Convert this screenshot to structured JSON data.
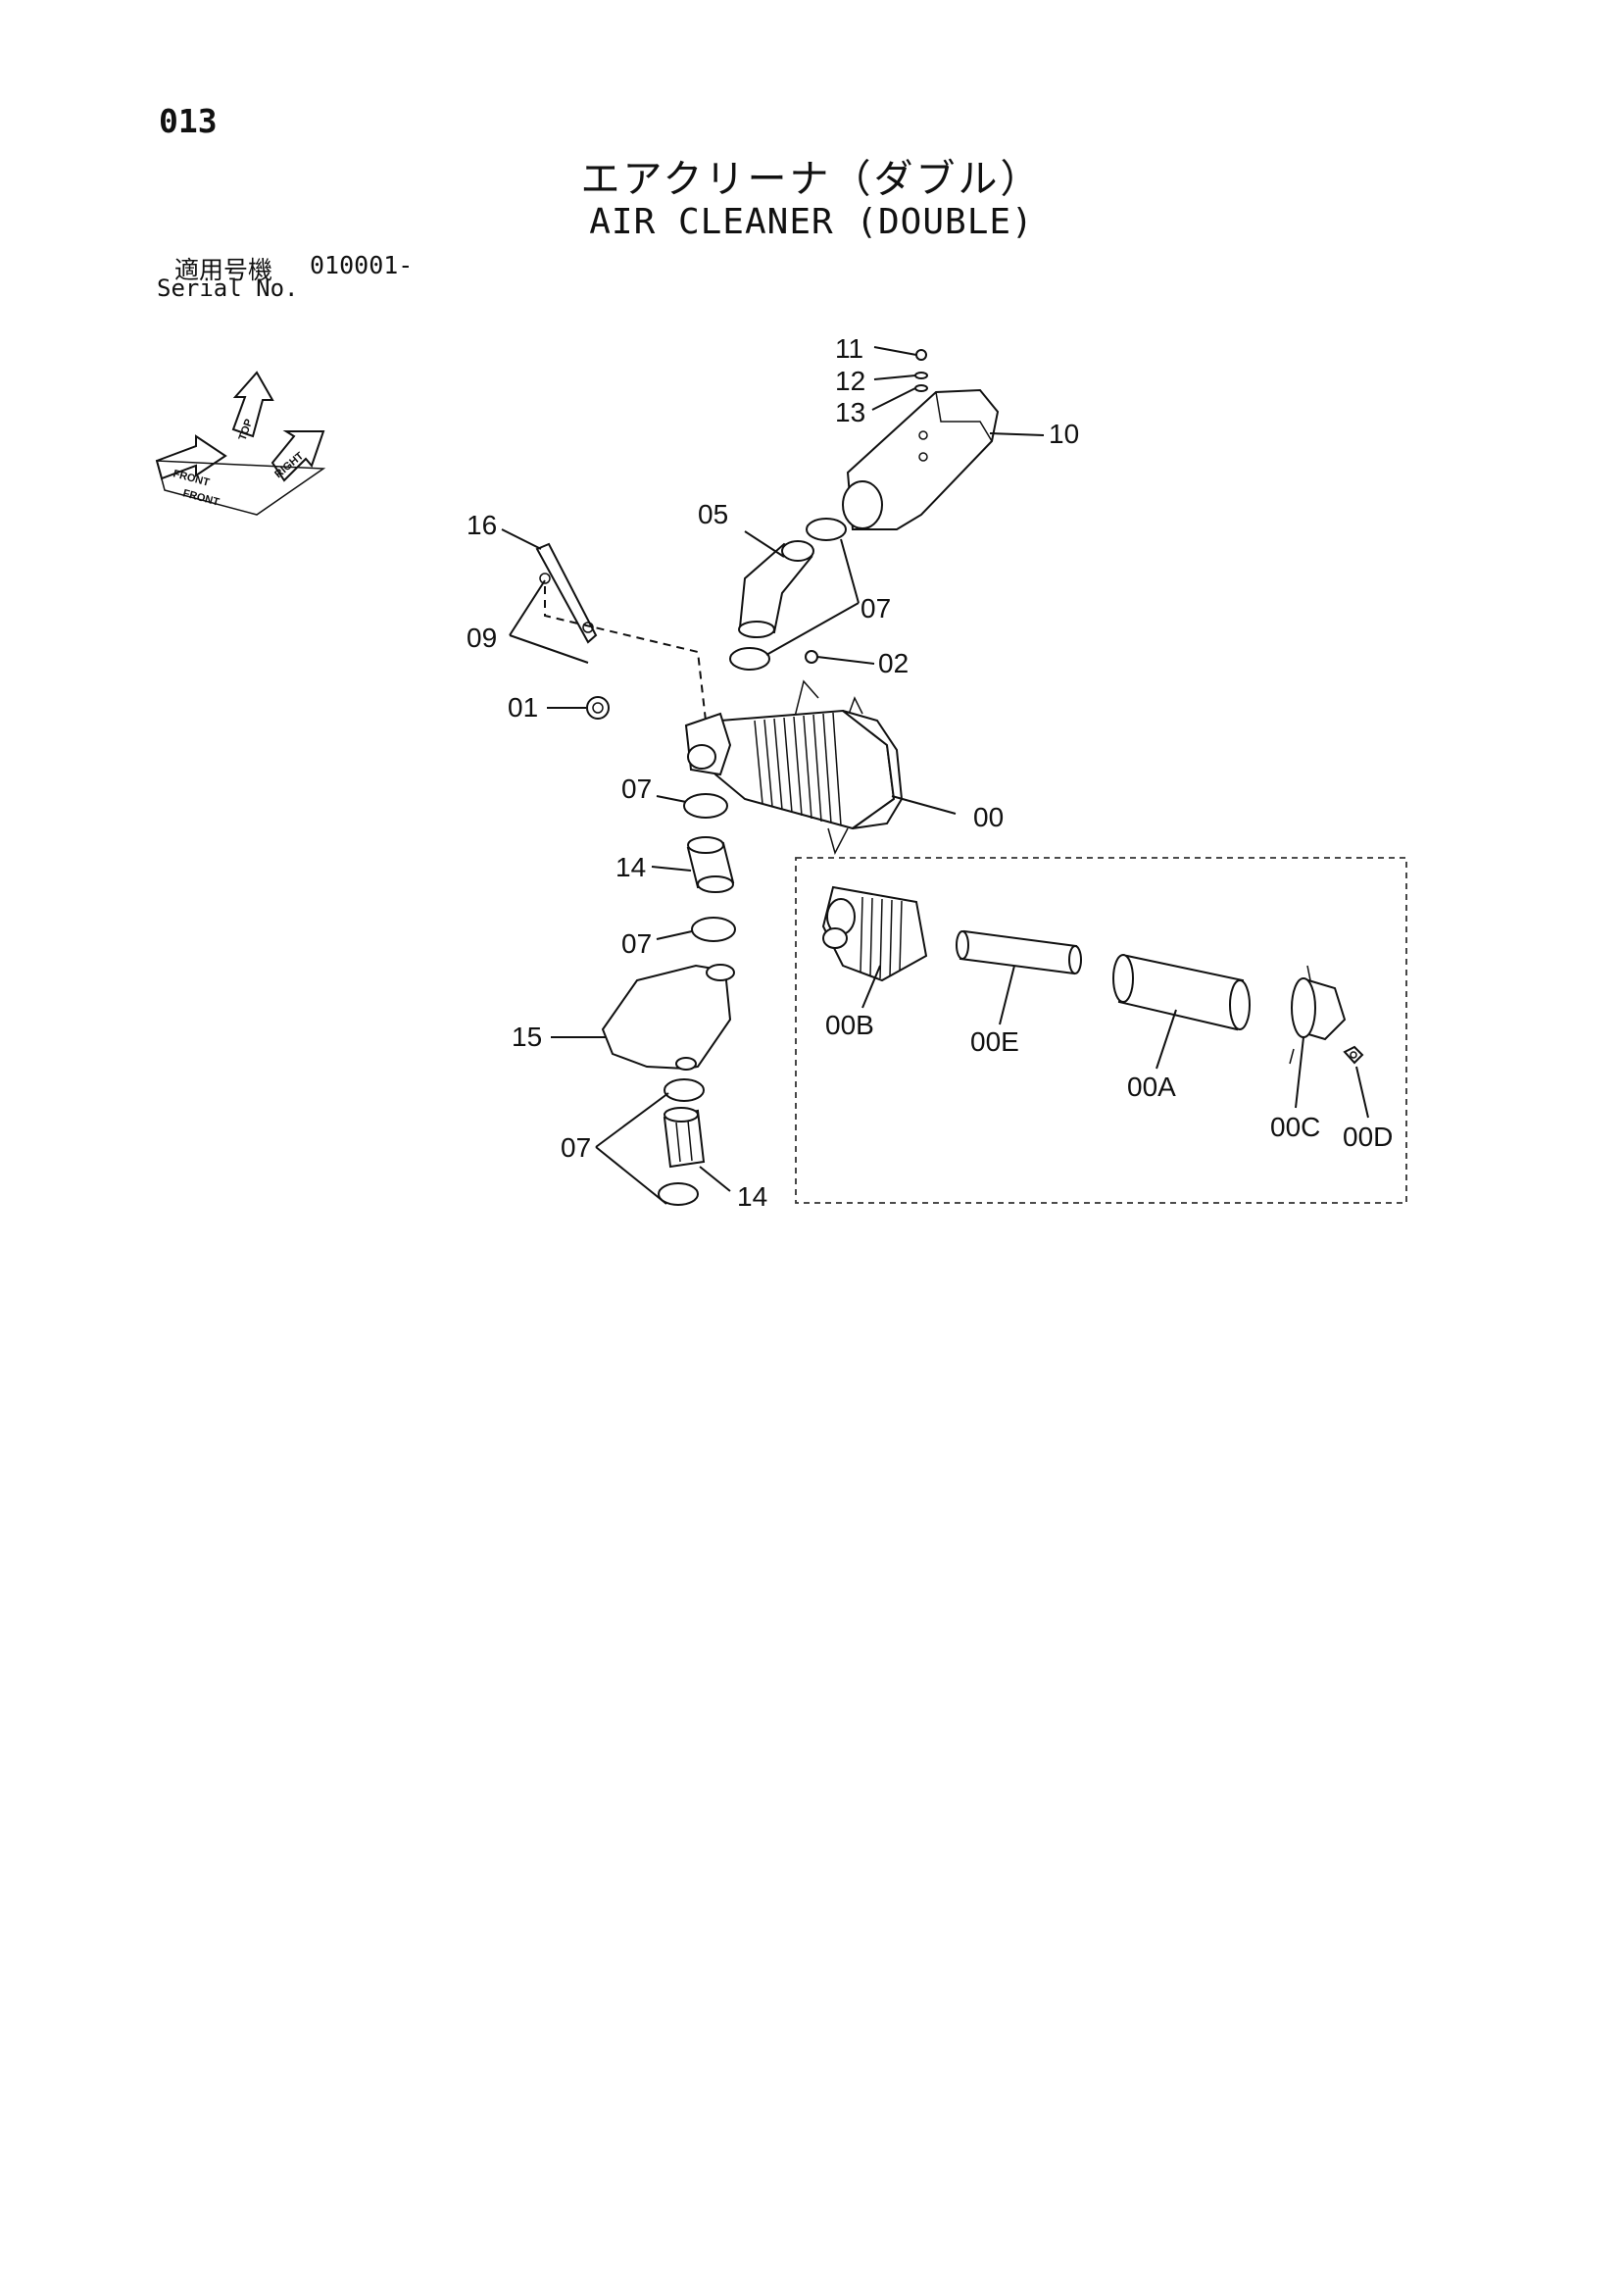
{
  "header": {
    "page_number": "013",
    "title_jp": "エアクリーナ（ダブル）",
    "title_en": "AIR CLEANER (DOUBLE)",
    "serial_label_jp": "適用号機",
    "serial_value": "010001-",
    "serial_label_en": "Serial No."
  },
  "orientation": {
    "front_top": "FRONT",
    "front": "FRONT",
    "top": "TOP",
    "right": "RIGHT"
  },
  "callouts": {
    "c11": "11",
    "c12": "12",
    "c13": "13",
    "c10": "10",
    "c05": "05",
    "c16": "16",
    "c07_top": "07",
    "c09": "09",
    "c02": "02",
    "c01": "01",
    "c07_a": "07",
    "c00": "00",
    "c14_a": "14",
    "c07_b": "07",
    "c15": "15",
    "c07_c": "07",
    "c14_b": "14",
    "c00B": "00B",
    "c00E": "00E",
    "c00A": "00A",
    "c00C": "00C",
    "c00D": "00D"
  }
}
